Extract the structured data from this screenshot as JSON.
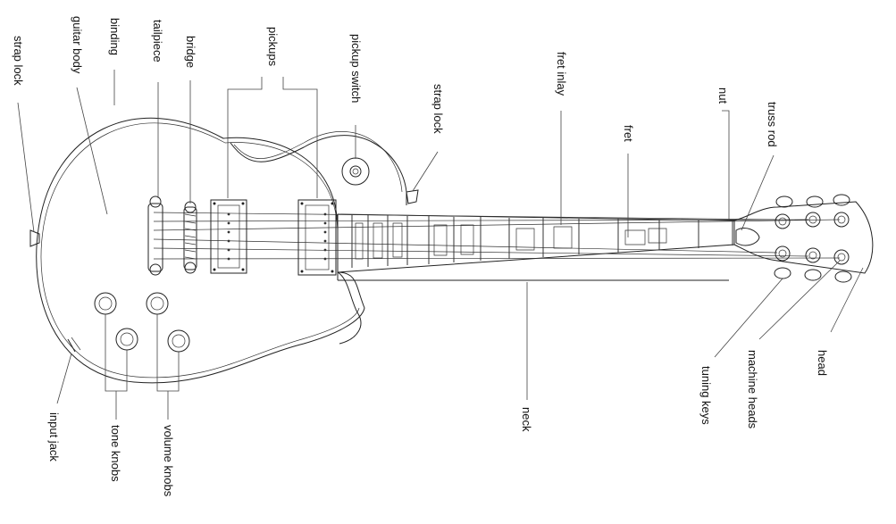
{
  "labels": {
    "strap_lock_left": "strap lock",
    "guitar_body": "guitar body",
    "binding": "binding",
    "tailpiece": "tailpiece",
    "bridge": "bridge",
    "pickups": "pickups",
    "pickup_switch": "pickup switch",
    "strap_lock_right": "strap lock",
    "fret_inlay": "fret inlay",
    "fret": "fret",
    "nut": "nut",
    "truss_rod": "truss rod",
    "head": "head",
    "machine_heads": "machine heads",
    "tuning_keys": "tuning keys",
    "neck": "neck",
    "volume_knobs": "volume knobs",
    "tone_knobs": "tone knobs",
    "input_jack": "input jack"
  }
}
